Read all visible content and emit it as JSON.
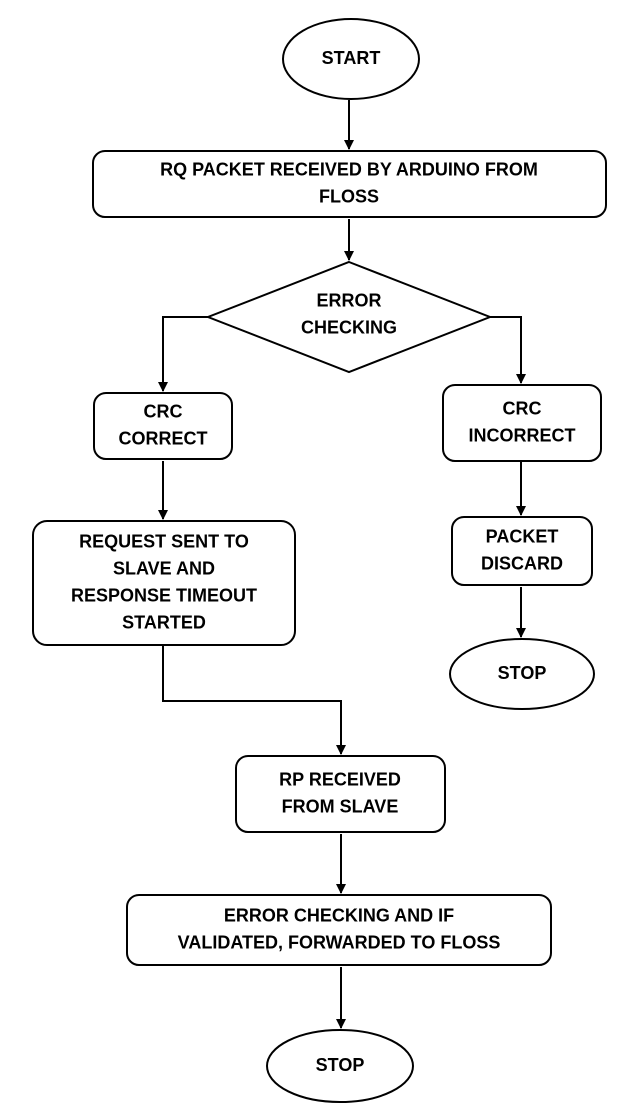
{
  "nodes": {
    "start": {
      "lines": [
        "START"
      ]
    },
    "rq_received": {
      "lines": [
        "RQ PACKET RECEIVED BY ARDUINO FROM",
        "FLOSS"
      ]
    },
    "error_check_1": {
      "lines": [
        "ERROR",
        "CHECKING"
      ]
    },
    "crc_correct": {
      "lines": [
        "CRC",
        "CORRECT"
      ]
    },
    "crc_incorrect": {
      "lines": [
        "CRC",
        "INCORRECT"
      ]
    },
    "request_sent": {
      "lines": [
        "REQUEST SENT TO",
        "SLAVE AND",
        "RESPONSE TIMEOUT",
        "STARTED"
      ]
    },
    "packet_discard": {
      "lines": [
        "PACKET",
        "DISCARD"
      ]
    },
    "stop_right": {
      "lines": [
        "STOP"
      ]
    },
    "rp_received": {
      "lines": [
        "RP RECEIVED",
        "FROM SLAVE"
      ]
    },
    "error_check_2": {
      "lines": [
        "ERROR CHECKING AND IF",
        "VALIDATED, FORWARDED TO FLOSS"
      ]
    },
    "stop_bottom": {
      "lines": [
        "STOP"
      ]
    }
  }
}
